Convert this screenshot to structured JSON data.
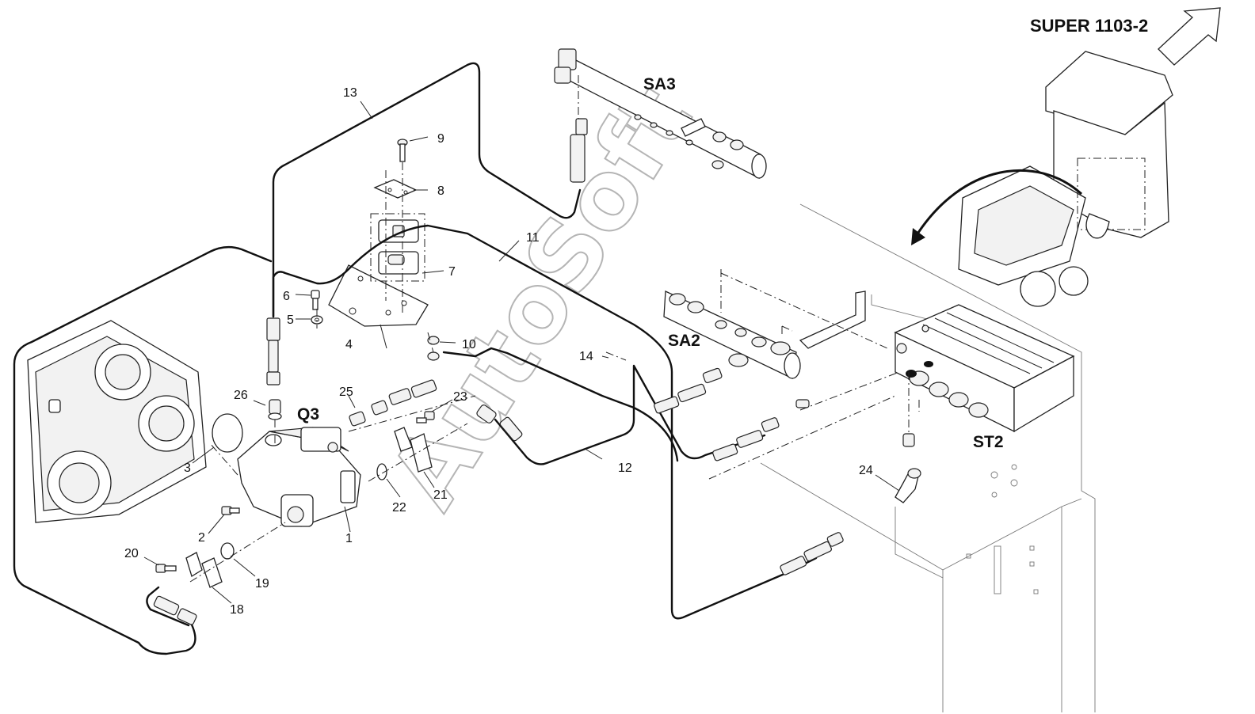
{
  "model_label": "SUPER 1103-2",
  "watermark": "AutoSoft",
  "assemblies": {
    "q3": "Q3",
    "sa3": "SA3",
    "sa2": "SA2",
    "st2": "ST2"
  },
  "callouts": [
    "1",
    "2",
    "3",
    "4",
    "5",
    "6",
    "7",
    "8",
    "9",
    "10",
    "11",
    "12",
    "13",
    "14",
    "18",
    "19",
    "20",
    "21",
    "22",
    "23",
    "24",
    "25",
    "26"
  ]
}
